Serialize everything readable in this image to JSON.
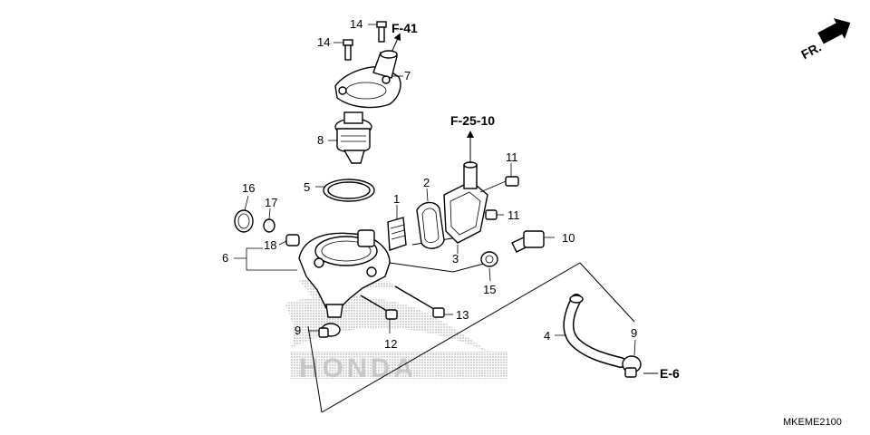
{
  "diagram": {
    "code": "MKEME2100",
    "front_marker": "FR.",
    "watermark": "HONDA",
    "refs": {
      "f41": "F-41",
      "f2510": "F-25-10",
      "e6": "E-6"
    },
    "labels": {
      "p1": "1",
      "p2": "2",
      "p3": "3",
      "p4": "4",
      "p5": "5",
      "p6": "6",
      "p7": "7",
      "p8": "8",
      "p9a": "9",
      "p9b": "9",
      "p10": "10",
      "p11a": "11",
      "p11b": "11",
      "p12": "12",
      "p13": "13",
      "p14a": "14",
      "p14b": "14",
      "p15": "15",
      "p16": "16",
      "p17": "17",
      "p18": "18"
    }
  }
}
